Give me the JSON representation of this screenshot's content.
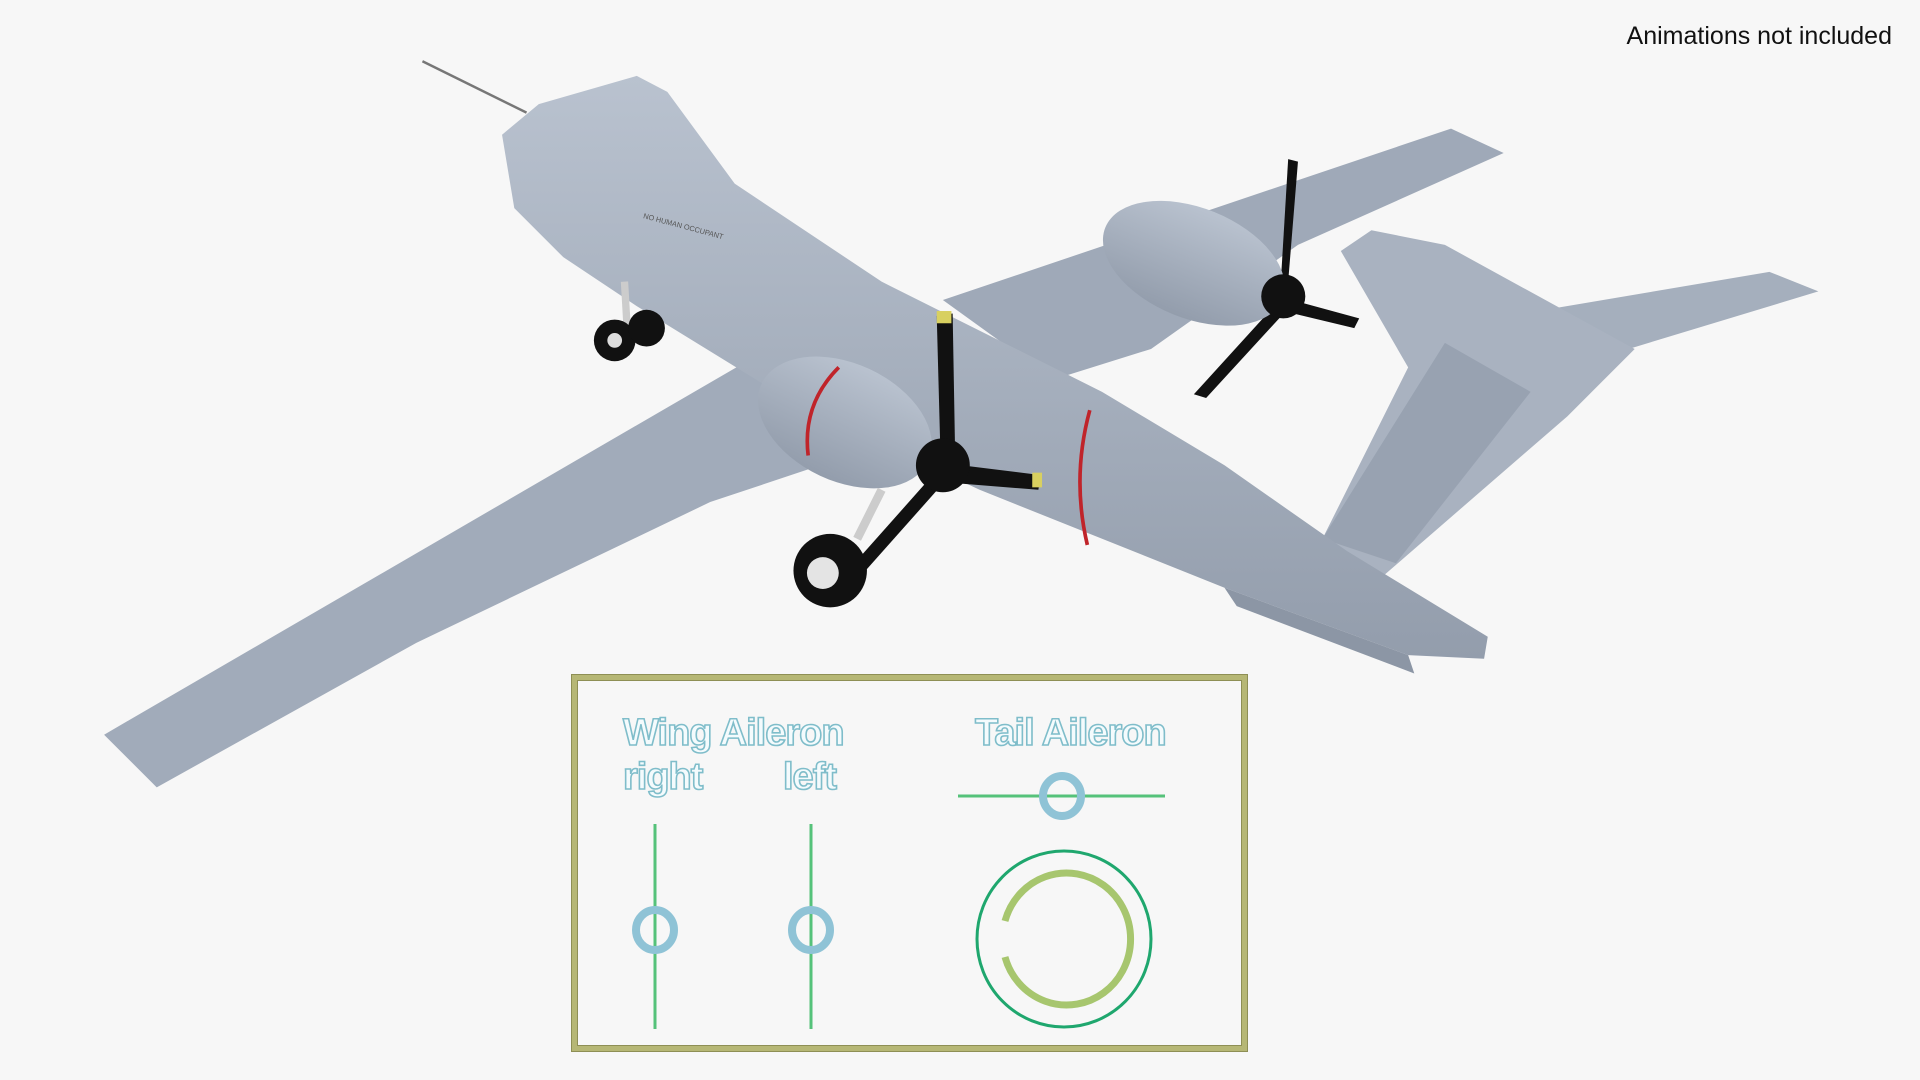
{
  "notice": "Animations not included",
  "controls": {
    "wing_title": "Wing Aileron",
    "right_label": "right",
    "left_label": "left",
    "tail_title": "Tail Aileron"
  },
  "colors": {
    "background": "#f7f7f7",
    "airframe": "#a3adbb",
    "panel_border": "#b6b775",
    "slider_track": "#55c27a",
    "slider_knob": "#8fc3d6",
    "outer_ring": "#1fa76e",
    "inner_ring": "#a7c66e",
    "label_outline": "#7fbdca"
  },
  "icons": [
    "slider-knob-ring",
    "rotation-ring"
  ]
}
